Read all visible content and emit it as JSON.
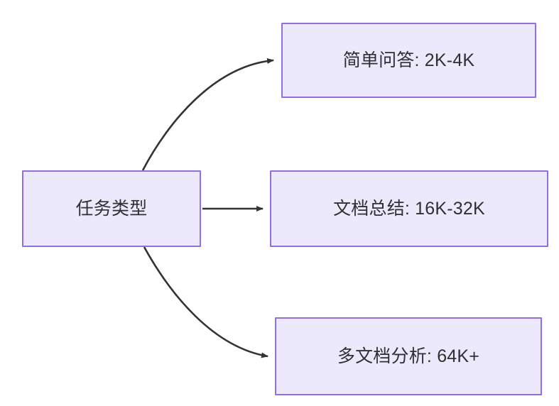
{
  "diagram": {
    "type": "flowchart",
    "direction": "left-to-right",
    "title": "",
    "theme": {
      "background": "#ffffff",
      "node_fill": "#ebe9fb",
      "node_border": "#9070dd",
      "text_color": "#2f3033",
      "edge_color": "#333333"
    },
    "nodes": [
      {
        "id": "root",
        "label": "任务类型"
      },
      {
        "id": "qa",
        "label": "简单问答: 2K-4K"
      },
      {
        "id": "sum",
        "label": "文档总结: 16K-32K"
      },
      {
        "id": "multi",
        "label": "多文档分析: 64K+"
      }
    ],
    "edges": [
      {
        "from": "root",
        "to": "qa",
        "label": "",
        "style": "curved-arrow"
      },
      {
        "from": "root",
        "to": "sum",
        "label": "",
        "style": "straight-arrow"
      },
      {
        "from": "root",
        "to": "multi",
        "label": "",
        "style": "curved-arrow"
      }
    ]
  }
}
